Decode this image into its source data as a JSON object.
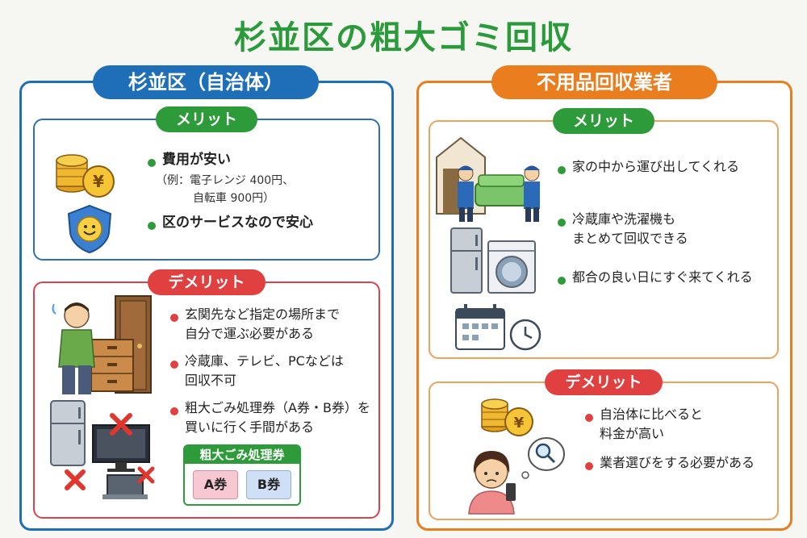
{
  "title": "杉並区の粗大ゴミ回収",
  "left": {
    "header": "杉並区（自治体）",
    "merit": {
      "label": "メリット",
      "items": [
        "費用が安い",
        "区のサービスなので安心"
      ],
      "note": [
        "（例：電子レンジ 400円、",
        "自転車 900円）"
      ]
    },
    "demerit": {
      "label": "デメリット",
      "items": [
        [
          "玄関先など指定の場所まで",
          "自分で運ぶ必要がある"
        ],
        [
          "冷蔵庫、テレビ、PCなどは",
          "回収不可"
        ],
        [
          "粗大ごみ処理券（A券・B券）を",
          "買いに行く手間がある"
        ]
      ],
      "ticket": {
        "title": "粗大ごみ処理券",
        "a": "A券",
        "b": "B券"
      }
    }
  },
  "right": {
    "header": "不用品回収業者",
    "merit": {
      "label": "メリット",
      "items": [
        [
          "家の中から運び出してくれる"
        ],
        [
          "冷蔵庫や洗濯機も",
          "まとめて回収できる"
        ],
        [
          "都合の良い日にすぐ来てくれる"
        ]
      ]
    },
    "demerit": {
      "label": "デメリット",
      "items": [
        [
          "自治体に比べると",
          "料金が高い"
        ],
        [
          "業者選びをする必要がある"
        ]
      ]
    }
  },
  "icons": {
    "coins": "coins-yen-icon",
    "shield": "shield-smile-icon",
    "yen_symbol": "¥"
  }
}
